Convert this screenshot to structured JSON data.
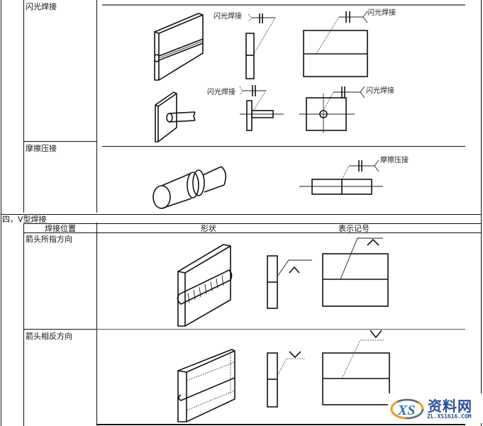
{
  "rows_top": [
    {
      "label": "闪光焊接",
      "symbols": [
        "闪光焊接",
        "闪光焊接",
        "闪光焊接",
        "闪光焊接"
      ]
    },
    {
      "label": "摩擦压接",
      "symbols": [
        "摩擦压接"
      ]
    }
  ],
  "section": {
    "title": "四，V型焊接",
    "headers": [
      "焊接位置",
      "形状",
      "表示记号"
    ],
    "rows": [
      {
        "label": "箭头所指方向",
        "symbol": "^"
      },
      {
        "label": "箭头相反方向",
        "symbol": "v"
      }
    ]
  },
  "watermark": {
    "logo": "XS",
    "name": "资料网",
    "url": "ZL.XS1616.COM"
  }
}
